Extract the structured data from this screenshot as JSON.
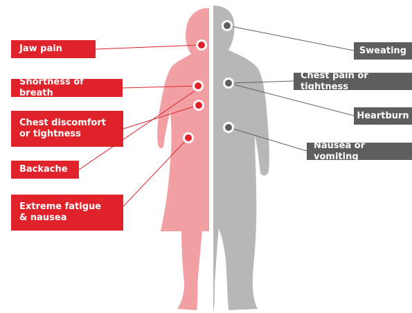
{
  "colors": {
    "female_accent": "#e0232b",
    "female_silhouette": "#f2a0a4",
    "male_accent": "#5e5e5e",
    "male_silhouette": "#b7b7b7",
    "background": "#ffffff"
  },
  "female_symptoms": [
    {
      "id": "jaw",
      "label": "Jaw pain"
    },
    {
      "id": "breath",
      "label": "Shortness of breath"
    },
    {
      "id": "chest",
      "label": "Chest discomfort\nor tightness"
    },
    {
      "id": "back",
      "label": "Backache"
    },
    {
      "id": "fatigue",
      "label": "Extreme fatigue\n& nausea"
    }
  ],
  "male_symptoms": [
    {
      "id": "sweat",
      "label": "Sweating"
    },
    {
      "id": "chest",
      "label": "Chest pain or tightness"
    },
    {
      "id": "heart",
      "label": "Heartburn"
    },
    {
      "id": "nausea",
      "label": "Nausea or vomiting"
    }
  ]
}
